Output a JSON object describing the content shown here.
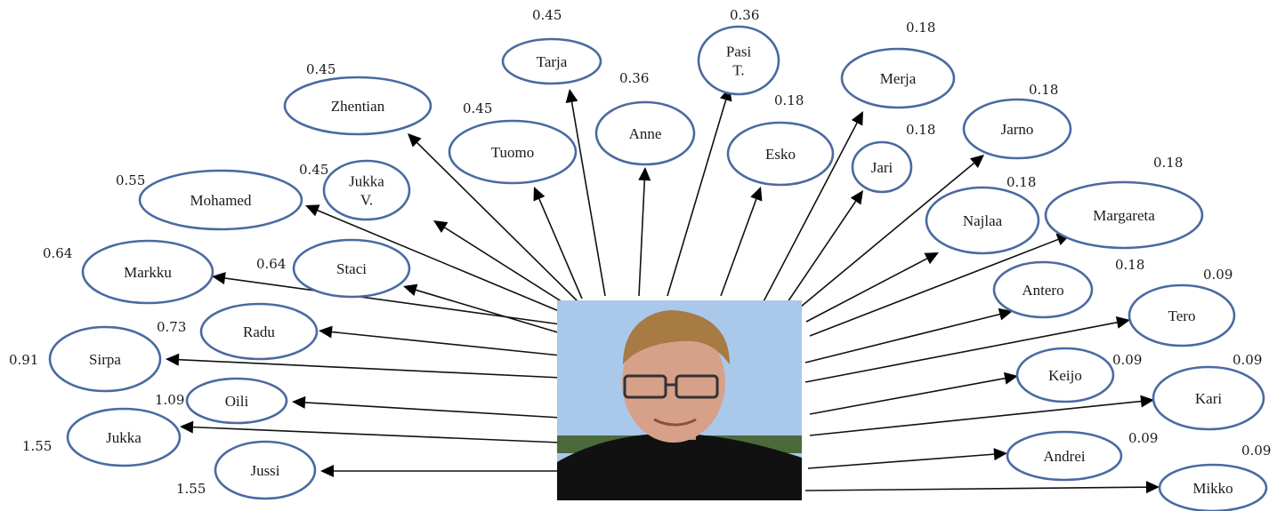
{
  "center": {
    "icon": "person-photo"
  },
  "nodes": [
    {
      "id": "tarja",
      "label": [
        "Tarja"
      ],
      "weight": "0.45"
    },
    {
      "id": "pasi-t",
      "label": [
        "Pasi",
        "T."
      ],
      "weight": "0.36"
    },
    {
      "id": "merja",
      "label": [
        "Merja"
      ],
      "weight": "0.18"
    },
    {
      "id": "zhentian",
      "label": [
        "Zhentian"
      ],
      "weight": "0.45"
    },
    {
      "id": "anne",
      "label": [
        "Anne"
      ],
      "weight": "0.36"
    },
    {
      "id": "tuomo",
      "label": [
        "Tuomo"
      ],
      "weight": "0.45"
    },
    {
      "id": "esko",
      "label": [
        "Esko"
      ],
      "weight": "0.18"
    },
    {
      "id": "jarno",
      "label": [
        "Jarno"
      ],
      "weight": "0.18"
    },
    {
      "id": "jari",
      "label": [
        "Jari"
      ],
      "weight": "0.18"
    },
    {
      "id": "jukka-v",
      "label": [
        "Jukka",
        "V."
      ],
      "weight": "0.45"
    },
    {
      "id": "mohamed",
      "label": [
        "Mohamed"
      ],
      "weight": "0.55"
    },
    {
      "id": "margareta",
      "label": [
        "Margareta"
      ],
      "weight": "0.18"
    },
    {
      "id": "najlaa",
      "label": [
        "Najlaa"
      ],
      "weight": "0.18"
    },
    {
      "id": "markku",
      "label": [
        "Markku"
      ],
      "weight": "0.64"
    },
    {
      "id": "staci",
      "label": [
        "Staci"
      ],
      "weight": "0.64"
    },
    {
      "id": "antero",
      "label": [
        "Antero"
      ],
      "weight": "0.18"
    },
    {
      "id": "tero",
      "label": [
        "Tero"
      ],
      "weight": "0.09"
    },
    {
      "id": "radu",
      "label": [
        "Radu"
      ],
      "weight": "0.73"
    },
    {
      "id": "sirpa",
      "label": [
        "Sirpa"
      ],
      "weight": "0.91"
    },
    {
      "id": "keijo",
      "label": [
        "Keijo"
      ],
      "weight": "0.09"
    },
    {
      "id": "kari",
      "label": [
        "Kari"
      ],
      "weight": "0.09"
    },
    {
      "id": "oili",
      "label": [
        "Oili"
      ],
      "weight": "1.09"
    },
    {
      "id": "jukka",
      "label": [
        "Jukka"
      ],
      "weight": "1.55"
    },
    {
      "id": "andrei",
      "label": [
        "Andrei"
      ],
      "weight": "0.09"
    },
    {
      "id": "jussi",
      "label": [
        "Jussi"
      ],
      "weight": "1.55"
    },
    {
      "id": "mikko",
      "label": [
        "Mikko"
      ],
      "weight": "0.09"
    }
  ]
}
